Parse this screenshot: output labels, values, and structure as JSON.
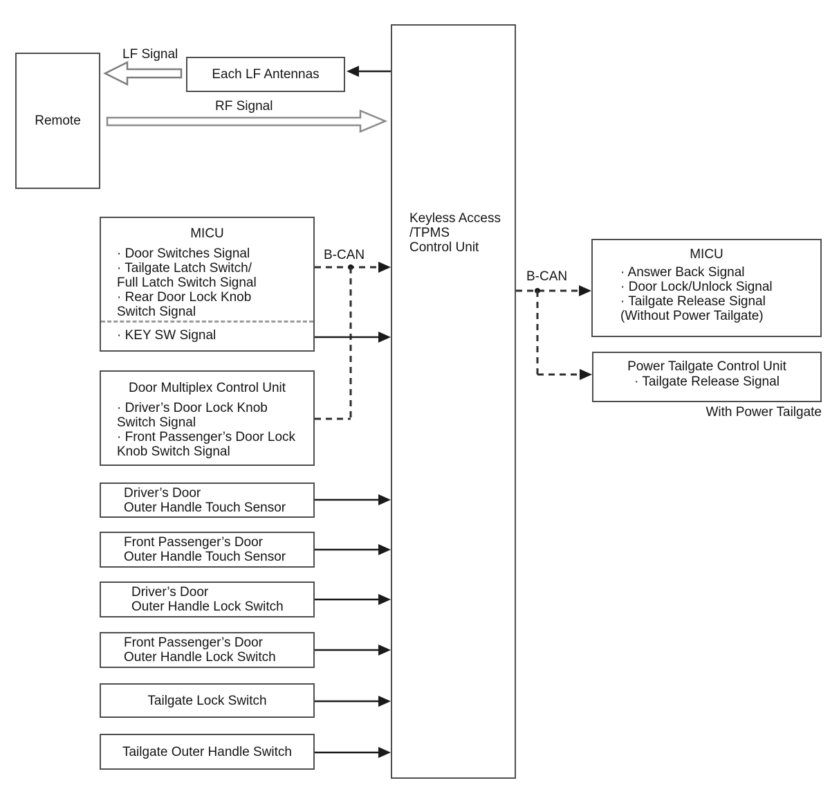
{
  "labels": {
    "lf_signal": "LF Signal",
    "rf_signal": "RF Signal",
    "b_can_left": "B-CAN",
    "b_can_right": "B-CAN",
    "with_power_tailgate": "With Power Tailgate"
  },
  "boxes": {
    "remote": {
      "title": "Remote"
    },
    "each_lf_antennas": {
      "title": "Each LF Antennas"
    },
    "keyless_control_unit": {
      "title": "Keyless Access\n/TPMS\nControl Unit"
    },
    "micu_left": {
      "title": "MICU",
      "items_top": "· Door Switches Signal\n· Tailgate Latch Switch/\nFull Latch Switch Signal\n· Rear Door Lock Knob\nSwitch Signal",
      "items_bottom": "· KEY SW Signal"
    },
    "door_multiplex": {
      "title": "Door Multiplex Control Unit",
      "items": "· Driver’s Door Lock Knob\nSwitch Signal\n· Front Passenger’s Door Lock\nKnob Switch Signal"
    },
    "drivers_door_touch_sensor": {
      "title": "Driver’s Door\nOuter Handle Touch Sensor"
    },
    "front_passengers_door_touch_sensor": {
      "title": "Front Passenger’s Door\nOuter Handle Touch Sensor"
    },
    "drivers_door_lock_switch": {
      "title": "Driver’s Door\nOuter Handle Lock Switch"
    },
    "front_passengers_door_lock_switch": {
      "title": "Front Passenger’s Door\nOuter Handle Lock Switch"
    },
    "tailgate_lock_switch": {
      "title": "Tailgate Lock Switch"
    },
    "tailgate_outer_handle_switch": {
      "title": "Tailgate Outer Handle Switch"
    },
    "micu_right": {
      "title": "MICU",
      "items": "· Answer Back Signal\n· Door Lock/Unlock Signal\n· Tailgate Release Signal\n(Without Power Tailgate)"
    },
    "power_tailgate_control_unit": {
      "title": "Power Tailgate Control Unit",
      "items": "· Tailgate Release Signal"
    }
  },
  "colors": {
    "box_border": "#4d4d4d",
    "solid_line": "#1a1a1a",
    "dashed_line": "#2e2e2e",
    "hollow_arrow_outline": "#7d7d7d",
    "text": "#141414"
  }
}
